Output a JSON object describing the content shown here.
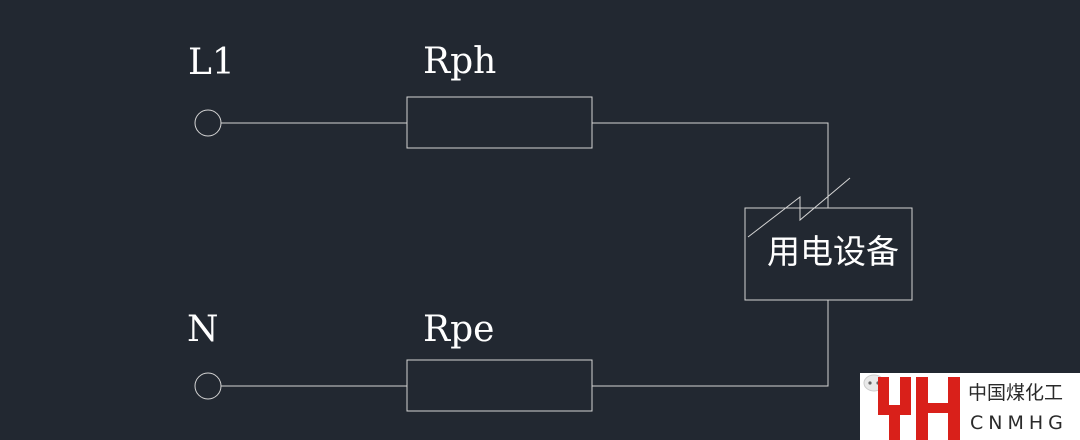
{
  "labels": {
    "terminal_l1": "L1",
    "terminal_n": "N",
    "resistor_phase": "Rph",
    "resistor_pe": "Rpe",
    "equipment": "用电设备"
  },
  "watermark": {
    "logo_letters": "YH",
    "name_cn": "中国煤化工",
    "name_en": "CNMHG"
  },
  "colors": {
    "background": "#222831",
    "lines": "#d4d4d4",
    "text": "#ffffff",
    "logo_red": "#d9201a"
  }
}
